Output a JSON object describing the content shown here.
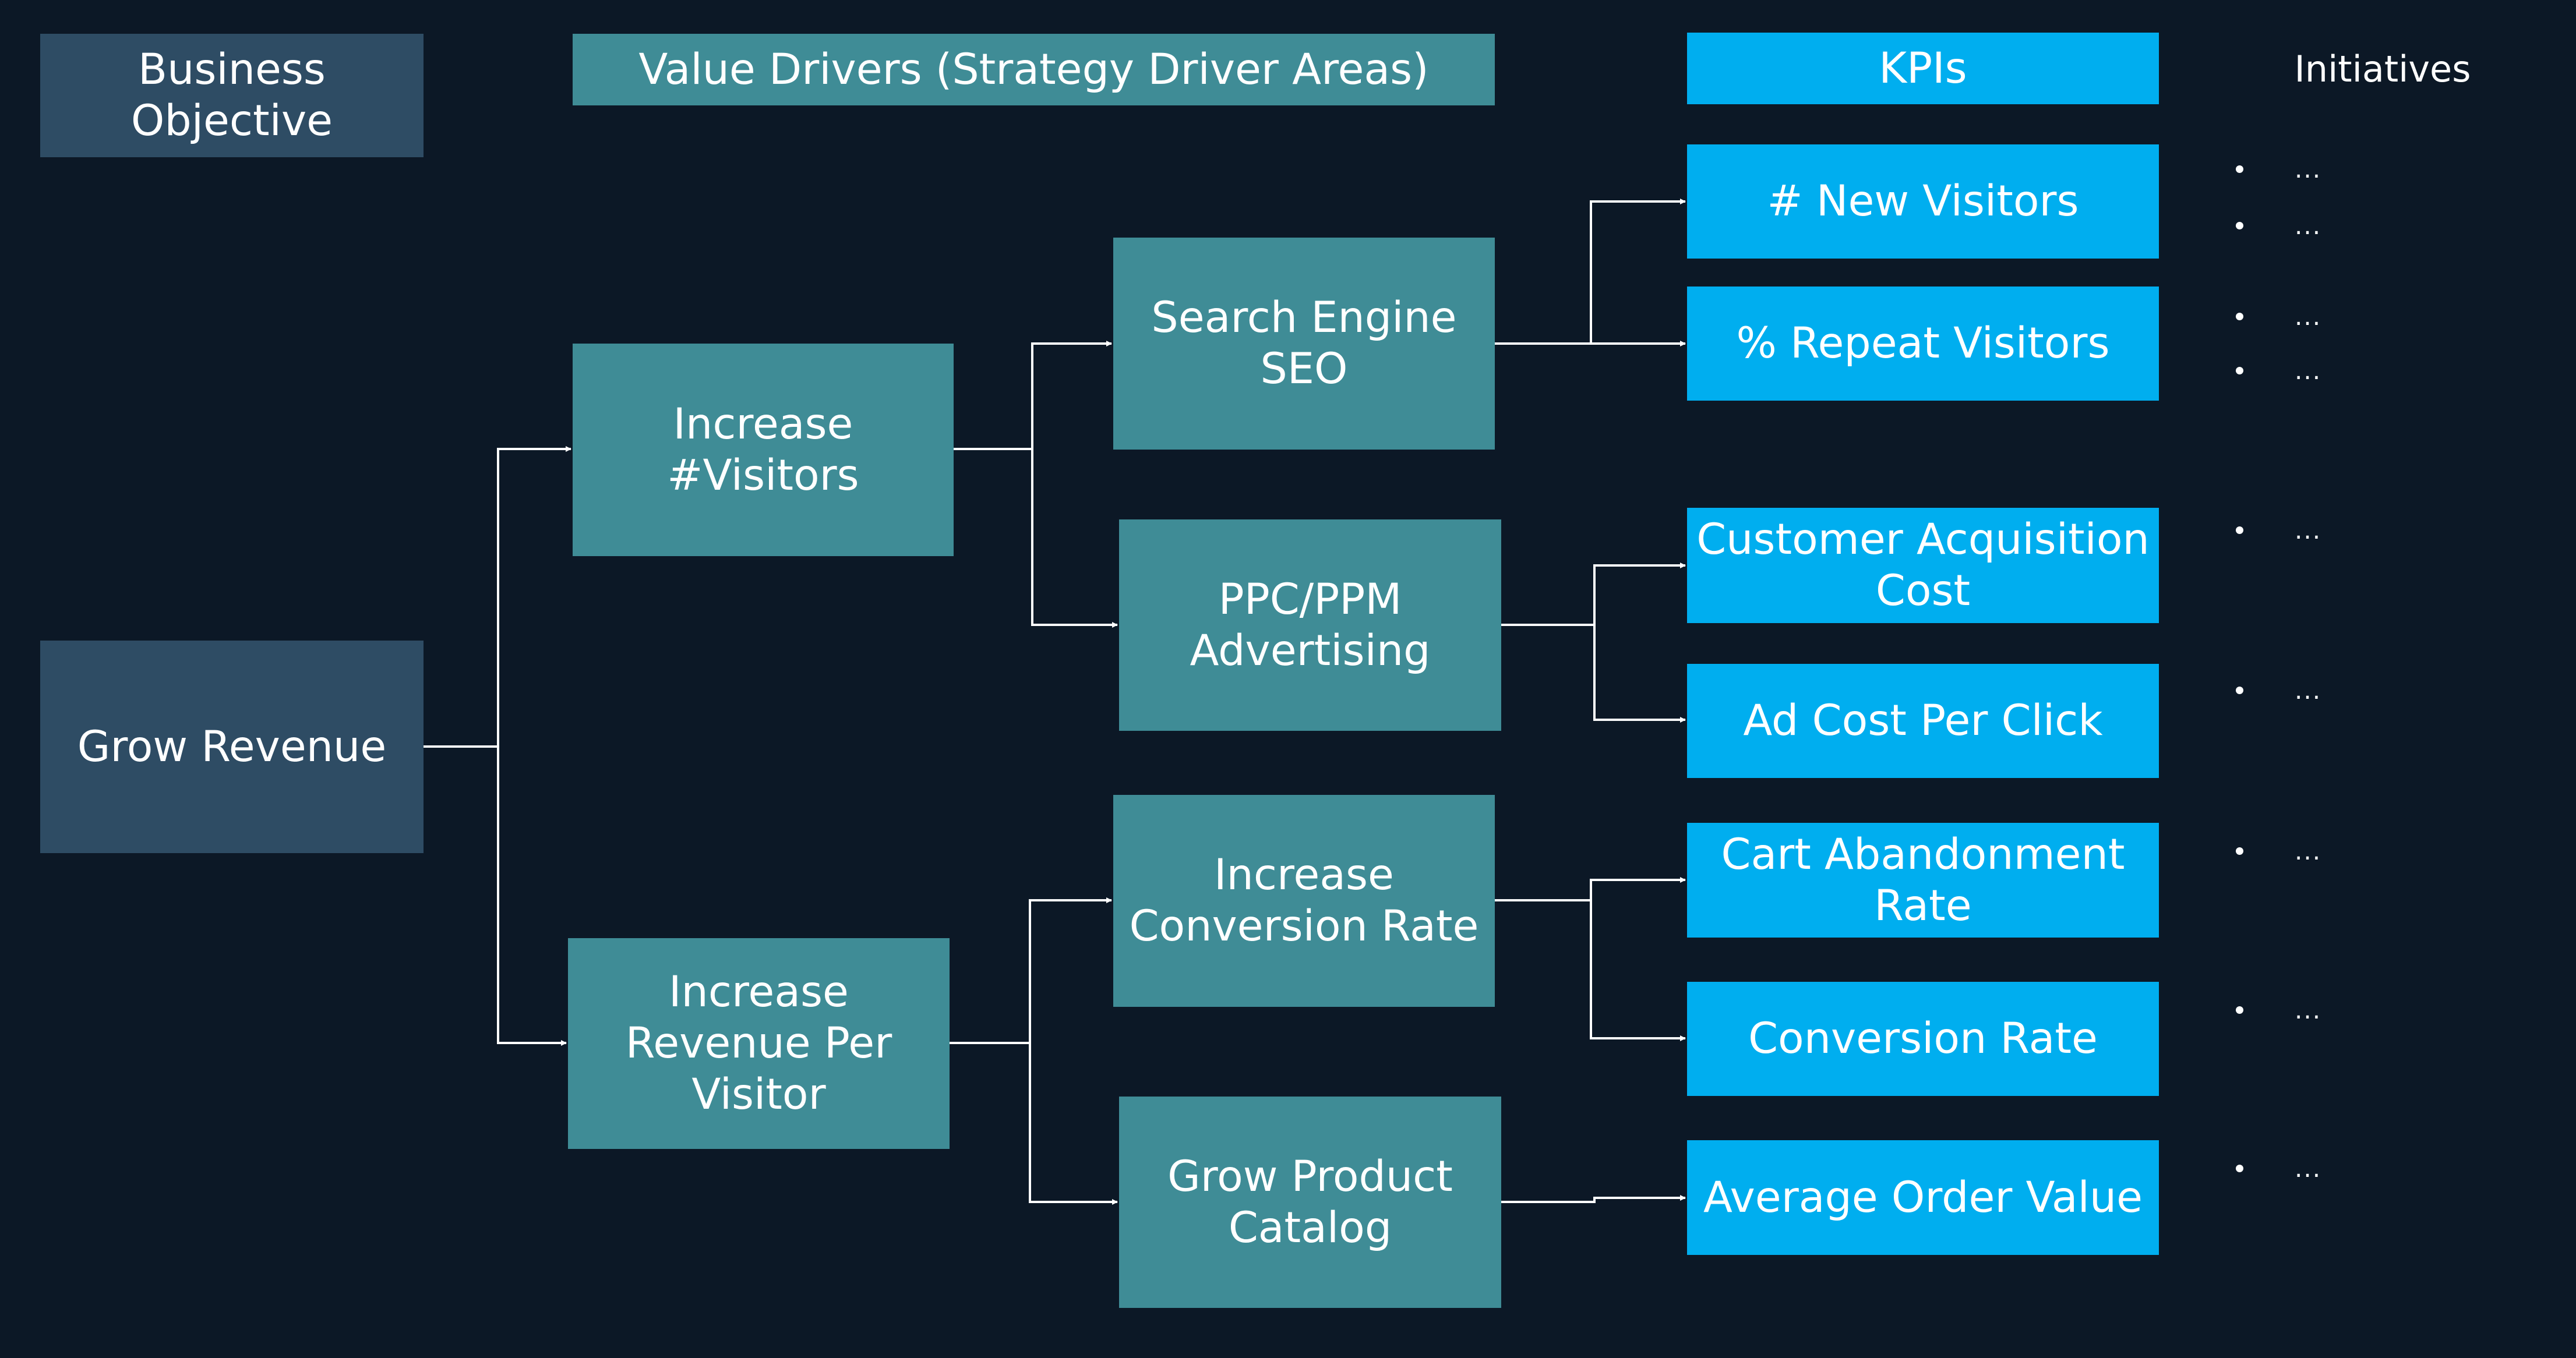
{
  "headers": {
    "business_objective": "Business\nObjective",
    "value_drivers": "Value Drivers (Strategy Driver Areas)",
    "kpis": "KPIs",
    "initiatives": "Initiatives"
  },
  "objective": {
    "label": "Grow Revenue"
  },
  "drivers": [
    {
      "label": "Increase\n#Visitors"
    },
    {
      "label": "Increase\nRevenue Per\nVisitor"
    }
  ],
  "sub_drivers": [
    {
      "label": "Search Engine\nSEO"
    },
    {
      "label": "PPC/PPM\nAdvertising"
    },
    {
      "label": "Increase\nConversion Rate"
    },
    {
      "label": "Grow Product\nCatalog"
    }
  ],
  "kpis": [
    {
      "label": "# New Visitors"
    },
    {
      "label": "% Repeat Visitors"
    },
    {
      "label": "Customer Acquisition\nCost"
    },
    {
      "label": "Ad Cost Per Click"
    },
    {
      "label": "Cart Abandonment\nRate"
    },
    {
      "label": "Conversion Rate"
    },
    {
      "label": "Average Order Value"
    }
  ],
  "initiatives": {
    "placeholder": "...",
    "items": [
      "...",
      "...",
      "...",
      "...",
      "...",
      "...",
      "...",
      "...",
      "..."
    ]
  },
  "colors": {
    "background": "#0c1826",
    "objective": "#2e4c64",
    "driver": "#3f8c96",
    "kpi": "#00aeef",
    "connector": "#ffffff"
  }
}
